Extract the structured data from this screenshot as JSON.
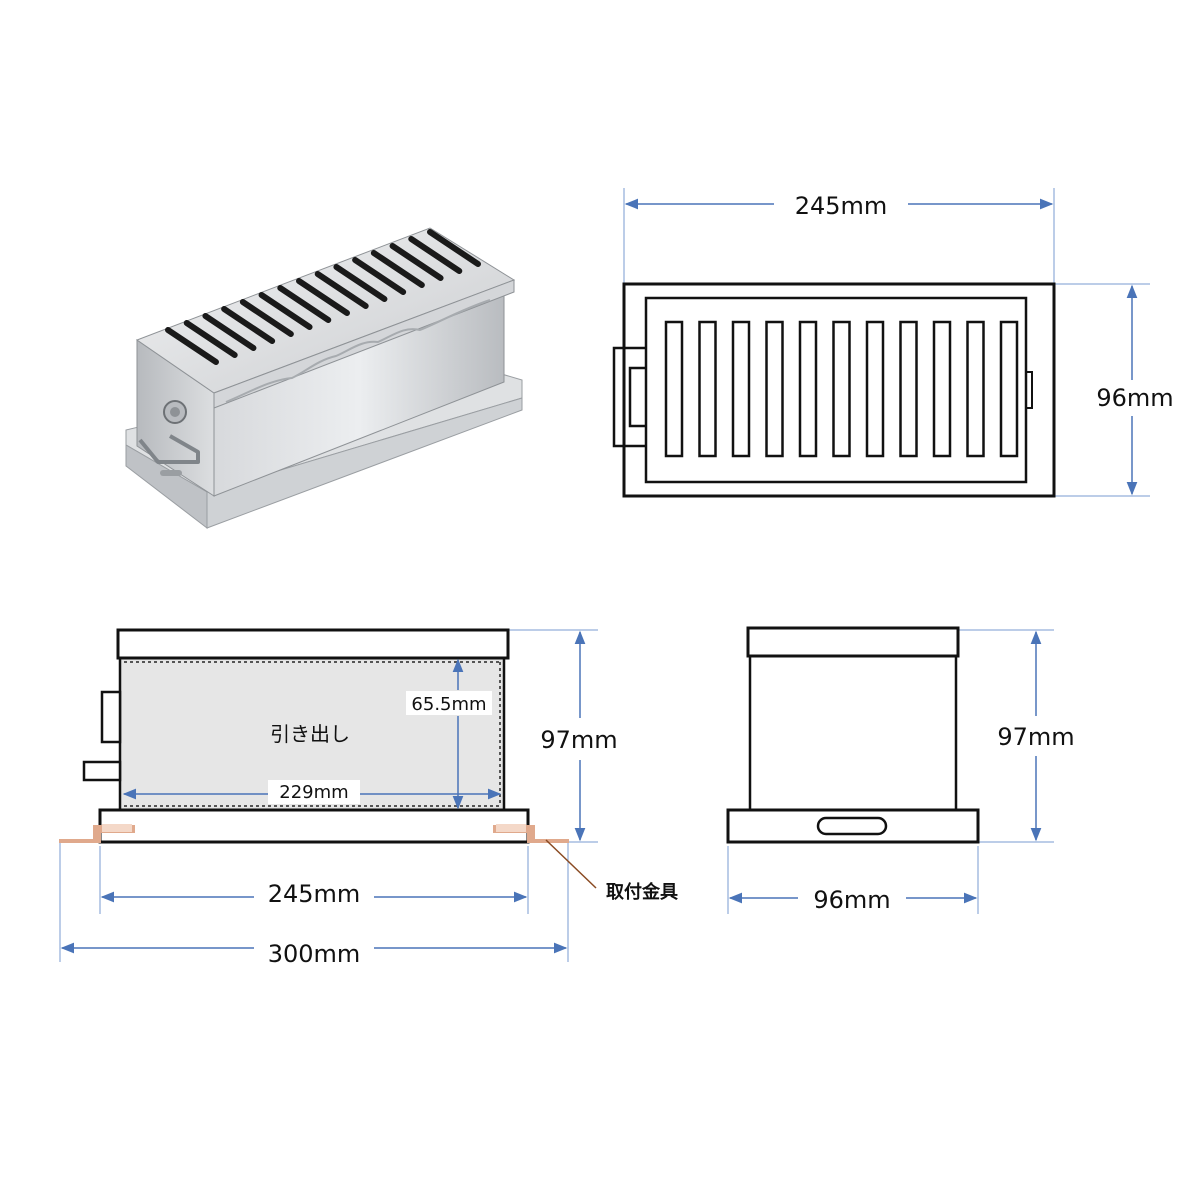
{
  "colors": {
    "outline": "#111111",
    "dimension_line": "#4a74b8",
    "extension_line": "#7a9bd0",
    "drawer_fill": "#e6e6e6",
    "bracket": "#e0a98c",
    "bracket_leader": "#8a4a22",
    "steel_light": "#e9eaec",
    "steel_mid": "#c9cbce",
    "steel_dark": "#8e9296",
    "slot": "#1a1a1a"
  },
  "icons": {
    "product_photo": "stainless-grill-photo-icon",
    "arrowhead": "arrowhead-icon"
  },
  "top_view": {
    "width_label": "245mm",
    "height_label": "96mm",
    "slot_count": 11
  },
  "side_view": {
    "height_label": "97mm",
    "base_width_label": "245mm",
    "overall_width_label": "300mm",
    "drawer_label": "引き出し",
    "drawer_width_label": "229mm",
    "drawer_height_label": "65.5mm",
    "bracket_label": "取付金具"
  },
  "end_view": {
    "height_label": "97mm",
    "width_label": "96mm"
  }
}
